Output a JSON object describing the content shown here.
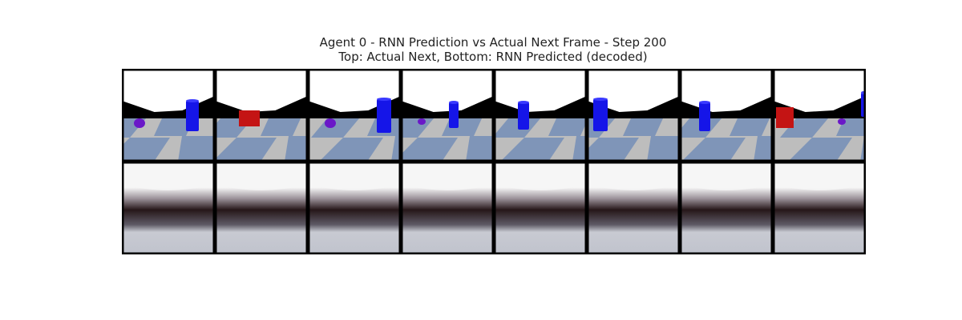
{
  "figure": {
    "title_line1": "Agent 0 - RNN Prediction vs Actual Next Frame - Step 200",
    "title_line2": "Top: Actual Next, Bottom: RNN Predicted (decoded)"
  },
  "colors": {
    "frame_border": "#000000",
    "sky": "#ffffff",
    "wall": "#000000",
    "floor_light": "#bdbdbd",
    "floor_dark": "#7f95b8",
    "blue_object": "#1515e8",
    "red_object": "#c41414",
    "purple_object": "#6a18c8",
    "predicted_sky": "#f6f6f6",
    "predicted_band": "#261719",
    "predicted_floor": "#c8cad2"
  },
  "rows": [
    {
      "row_id": "actual-next",
      "frames": [
        {
          "id": 1,
          "objects": [
            "purple-ball",
            "blue-cylinder"
          ]
        },
        {
          "id": 2,
          "objects": [
            "red-box"
          ]
        },
        {
          "id": 3,
          "objects": [
            "purple-ball",
            "blue-cylinder"
          ]
        },
        {
          "id": 4,
          "objects": [
            "purple-ball",
            "blue-cylinder"
          ]
        },
        {
          "id": 5,
          "objects": [
            "blue-cylinder"
          ]
        },
        {
          "id": 6,
          "objects": [
            "blue-cylinder"
          ]
        },
        {
          "id": 7,
          "objects": [
            "blue-cylinder"
          ]
        },
        {
          "id": 8,
          "objects": [
            "red-box",
            "purple-ball",
            "blue-cylinder"
          ]
        }
      ]
    },
    {
      "row_id": "rnn-predicted",
      "frames": [
        {
          "id": 1
        },
        {
          "id": 2
        },
        {
          "id": 3
        },
        {
          "id": 4
        },
        {
          "id": 5
        },
        {
          "id": 6
        },
        {
          "id": 7
        },
        {
          "id": 8
        }
      ]
    }
  ]
}
